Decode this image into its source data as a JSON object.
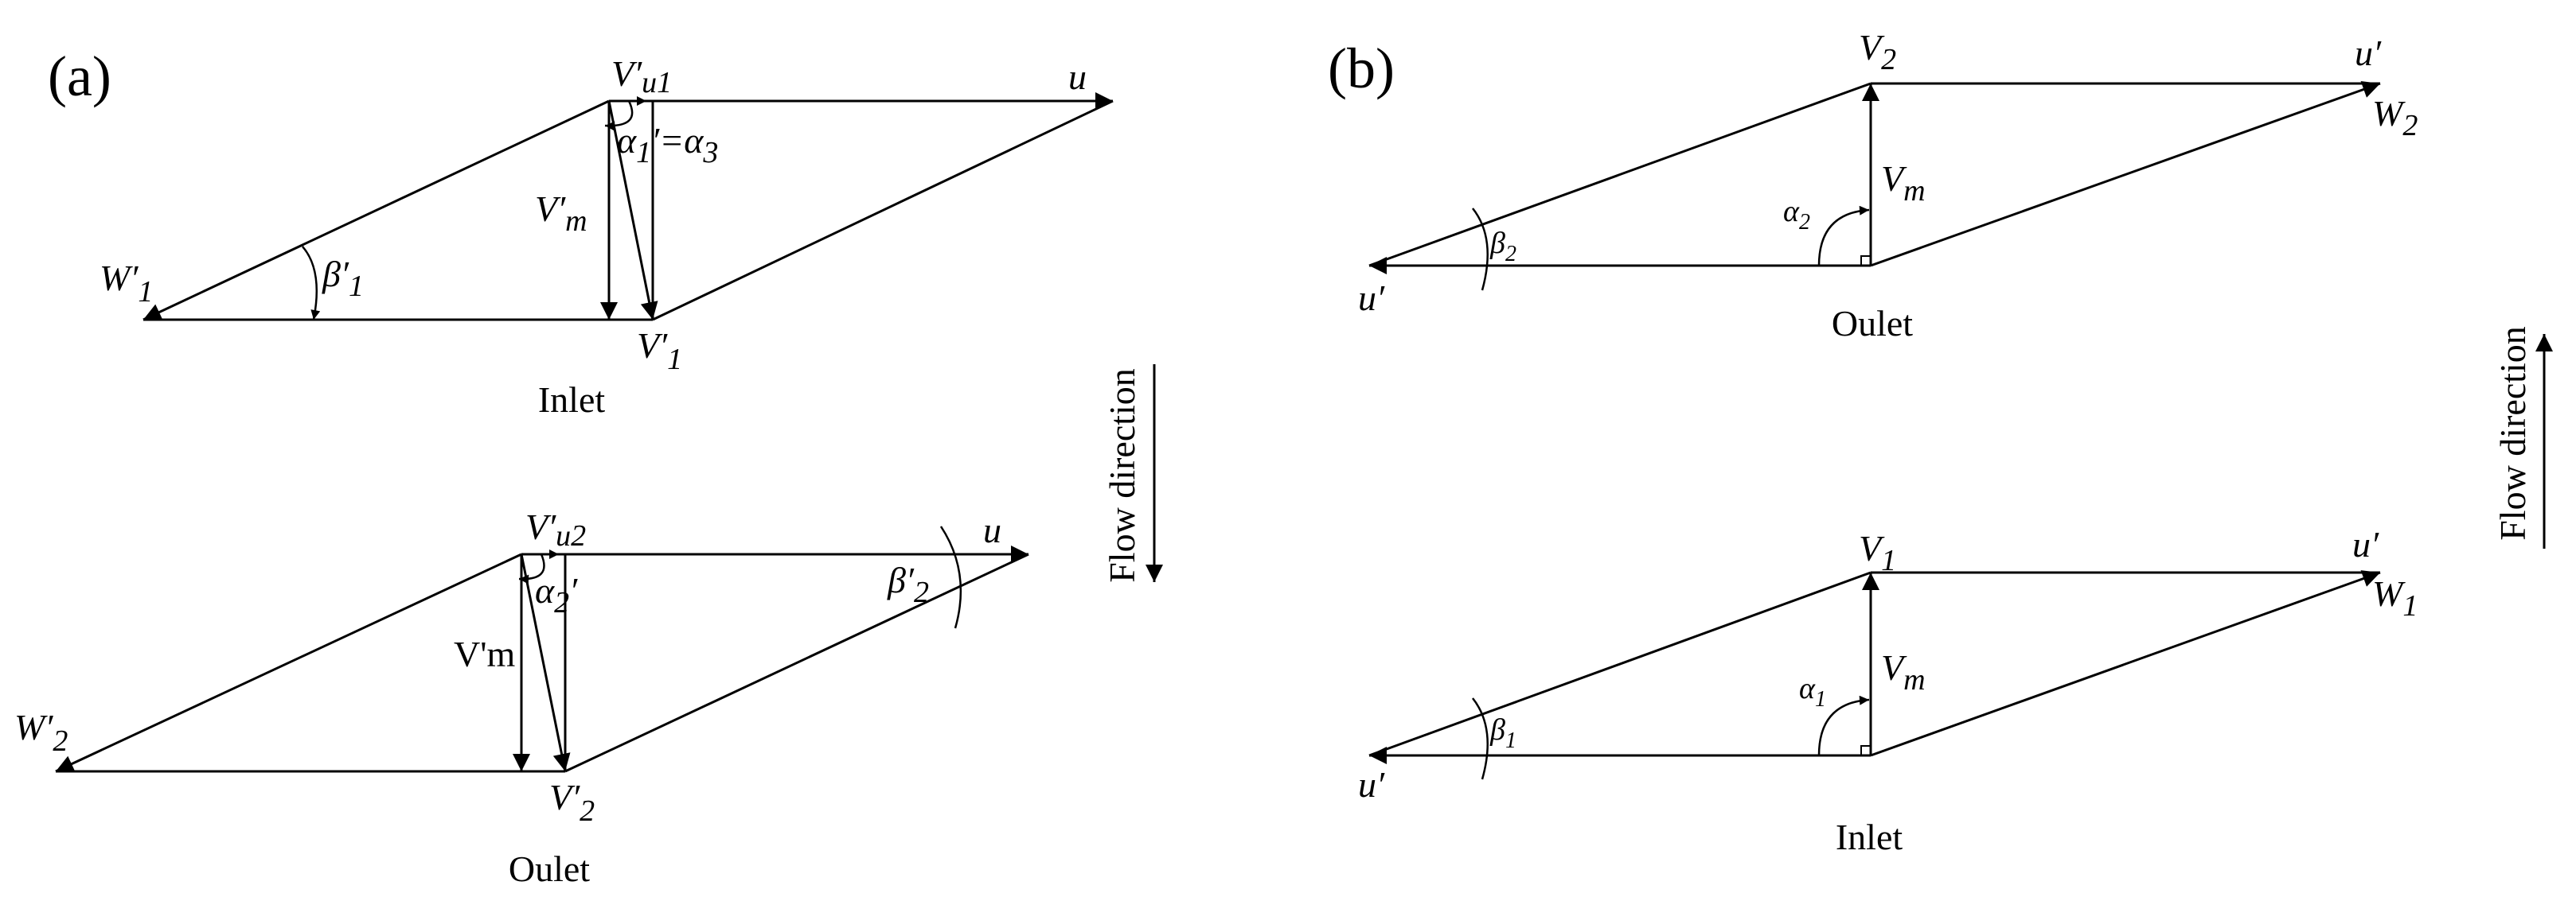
{
  "panel_a": {
    "label": "(a)",
    "inlet": {
      "caption": "Inlet",
      "w": "W′",
      "w_sub": "1",
      "v": "V′",
      "v_sub": "1",
      "vu": "V′",
      "vu_sub": "u1",
      "vm": "V′",
      "vm_sub": "m",
      "u": "u",
      "beta": "β′",
      "beta_sub": "1",
      "alpha": "α",
      "alpha_sub": "1",
      "alpha_rest": "′=α",
      "alpha_rest_sub": "3"
    },
    "outlet": {
      "caption": "Oulet",
      "w": "W′",
      "w_sub": "2",
      "v": "V′",
      "v_sub": "2",
      "vu": "V′",
      "vu_sub": "u2",
      "vm": "V'm",
      "u": "u",
      "beta": "β′",
      "beta_sub": "2",
      "alpha": "α",
      "alpha_sub": "2",
      "alpha_rest": "′"
    },
    "flow_direction": "Flow direction"
  },
  "panel_b": {
    "label": "(b)",
    "outlet": {
      "caption": "Oulet",
      "v": "V",
      "v_sub": "2",
      "u_top": "u′",
      "w": "W",
      "w_sub": "2",
      "vm": "V",
      "vm_sub": "m",
      "alpha": "α",
      "alpha_sub": "2",
      "beta": "β",
      "beta_sub": "2",
      "u_left": "u′"
    },
    "inlet": {
      "caption": "Inlet",
      "v": "V",
      "v_sub": "1",
      "u_top": "u′",
      "w": "W",
      "w_sub": "1",
      "vm": "V",
      "vm_sub": "m",
      "alpha": "α",
      "alpha_sub": "1",
      "beta": "β",
      "beta_sub": "1",
      "u_left": "u′"
    },
    "flow_direction": "Flow direction"
  }
}
